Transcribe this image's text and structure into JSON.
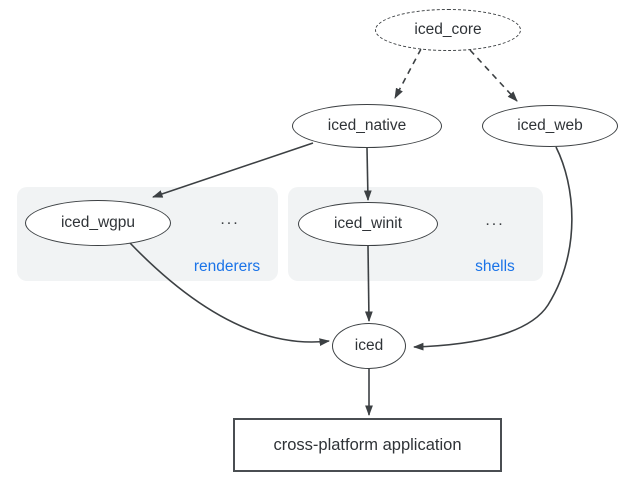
{
  "diagram": {
    "nodes": {
      "iced_core": "iced_core",
      "iced_native": "iced_native",
      "iced_web": "iced_web",
      "iced_wgpu": "iced_wgpu",
      "iced_winit": "iced_winit",
      "iced": "iced",
      "application": "cross-platform application"
    },
    "groups": {
      "renderers": {
        "label": "renderers",
        "ellipsis": "..."
      },
      "shells": {
        "label": "shells",
        "ellipsis": "..."
      }
    },
    "edges": [
      {
        "from": "iced_core",
        "to": "iced_native",
        "style": "dashed"
      },
      {
        "from": "iced_core",
        "to": "iced_web",
        "style": "dashed"
      },
      {
        "from": "iced_native",
        "to": "iced_wgpu",
        "style": "solid"
      },
      {
        "from": "iced_native",
        "to": "iced_winit",
        "style": "solid"
      },
      {
        "from": "iced_wgpu",
        "to": "iced",
        "style": "solid"
      },
      {
        "from": "iced_winit",
        "to": "iced",
        "style": "solid"
      },
      {
        "from": "iced_web",
        "to": "iced",
        "style": "solid"
      },
      {
        "from": "iced",
        "to": "application",
        "style": "solid"
      }
    ],
    "colors": {
      "group_label_blue": "#1a73e8",
      "group_background": "#f1f3f4",
      "stroke": "#3c4043",
      "text": "#2f3337",
      "background": "#ffffff"
    }
  }
}
